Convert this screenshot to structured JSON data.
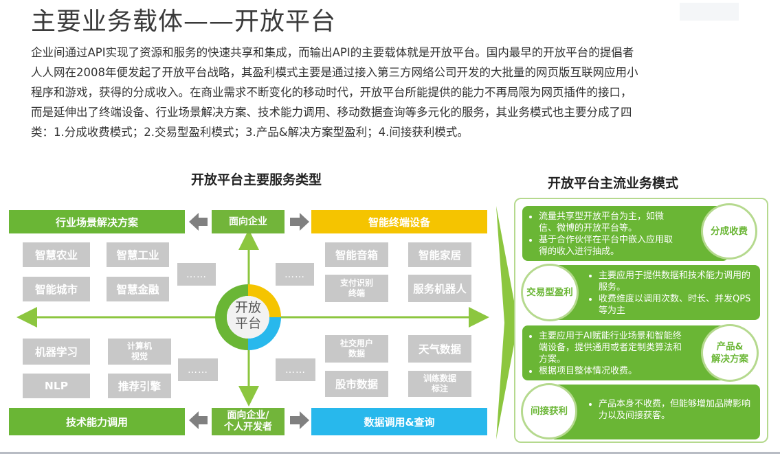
{
  "title": "主要业务载体——开放平台",
  "intro_lines": [
    "企业间通过API实现了资源和服务的快速共享和集成，而输出API的主要载体就是开放平台。国内最早的开放平台的提倡者",
    "人人网在2008年便发起了开放平台战略，其盈利模式主要是通过接入第三方网络公司开发的大批量的网页版互联网应用小",
    "程序和游戏，获得的分成收入。在商业需求不断变化的移动时代，开放平台所能提供的能力不再局限为网页插件的接口，",
    "而是延伸出了终端设备、行业场景解决方案、技术能力调用、移动数据查询等多元化的服务，其业务模式也主要分成了四",
    "类：1.分成收费模式；2.交易型盈利模式；3.产品&解决方案型盈利；4.间接获利模式。"
  ],
  "left_section": {
    "title": "开放平台主要服务类型",
    "center": [
      "开放",
      "平台"
    ],
    "top_pill": "面向企业",
    "bottom_pill": [
      "面向企业/",
      "个人开发者"
    ],
    "quadrants": {
      "top_left": {
        "header": "行业场景解决方案",
        "items": [
          "智慧农业",
          "智慧工业",
          "智能城市",
          "智慧金融"
        ],
        "more": "……"
      },
      "top_right": {
        "header": "智能终端设备",
        "items": [
          "智能音箱",
          "智能家居",
          "支付识别\n终端",
          "服务机器人"
        ],
        "more": "……"
      },
      "bottom_left": {
        "header": "技术能力调用",
        "items": [
          "机器学习",
          "计算机\n视觉",
          "NLP",
          "推荐引擎"
        ],
        "more": "……"
      },
      "bottom_right": {
        "header": "数据调用&查询",
        "items": [
          "社交用户\n数据",
          "天气数据",
          "股市数据",
          "训练数据\n标注"
        ],
        "more": "……"
      }
    }
  },
  "right_section": {
    "title": "开放平台主流业务模式",
    "modes": [
      {
        "name": "分成收费",
        "bullets": [
          "流量共享型开放平台为主，如微信、微博的开放平台等。",
          "基于合作伙伴在平台中嵌入应用取得的收入进行抽成。"
        ]
      },
      {
        "name": "交易型盈利",
        "bullets": [
          "主要应用于提供数据和技术能力调用的服务。",
          "收费维度以调用次数、时长、并发QPS等为主"
        ]
      },
      {
        "name": "产品&\n解决方案",
        "bullets": [
          "主要应用于AI赋能行业场景和智能终端设备，提供通用或者定制类算法和方案。",
          "根据项目整体情况收费。"
        ]
      },
      {
        "name": "间接获利",
        "bullets": [
          "产品本身不收费，但能够增加品牌影响力以及间接获客。"
        ]
      }
    ]
  },
  "colors": {
    "green": "#6ab635",
    "yellow": "#f5c400",
    "cyan": "#28b8ec",
    "gray": "#c8c8c8",
    "light_green": "#b5d98e"
  }
}
